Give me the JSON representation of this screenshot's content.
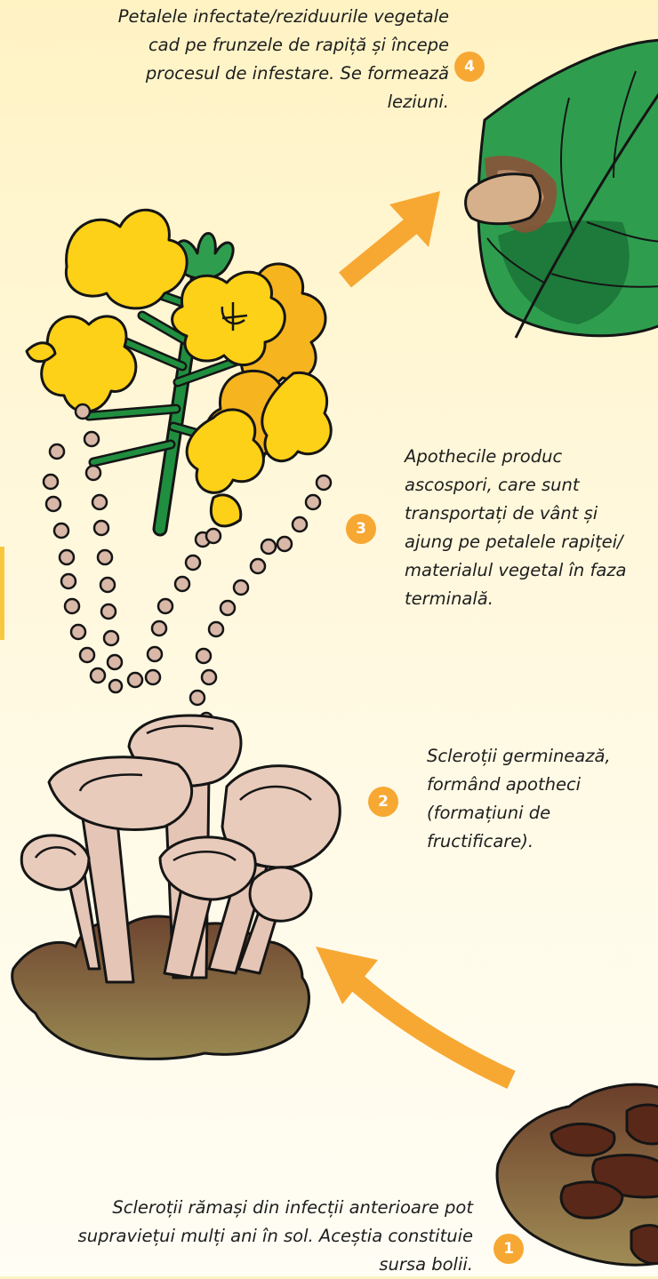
{
  "steps": [
    {
      "number": "1",
      "text": "Scleroții rămași din infecții anterioare pot supraviețui mulți ani în sol. Aceștia constituie sursa bolii."
    },
    {
      "number": "2",
      "text": "Scleroții germinează, formând apotheci (formațiuni de fructificare)."
    },
    {
      "number": "3",
      "text": "Apothecile produc ascospori, care sunt transportați de vânt și ajung pe petalele rapiței/ materialul vegetal în faza terminală."
    },
    {
      "number": "4",
      "text": "Petalele infectate/reziduurile vegetale cad pe frunzele de rapiță și începe procesul de infestare. Se formează leziuni."
    }
  ],
  "icons": [
    "leaf-with-lesion",
    "rapeseed-flower",
    "ascospores",
    "apothecia",
    "sclerotia",
    "arrow"
  ],
  "colors": {
    "accent": "#f7a833",
    "leaf": "#2e9e4e",
    "petal": "#fdd117",
    "apothecia": "#e8cbbb",
    "soil": "#7a5a3a",
    "sclerotia": "#5a2818"
  }
}
